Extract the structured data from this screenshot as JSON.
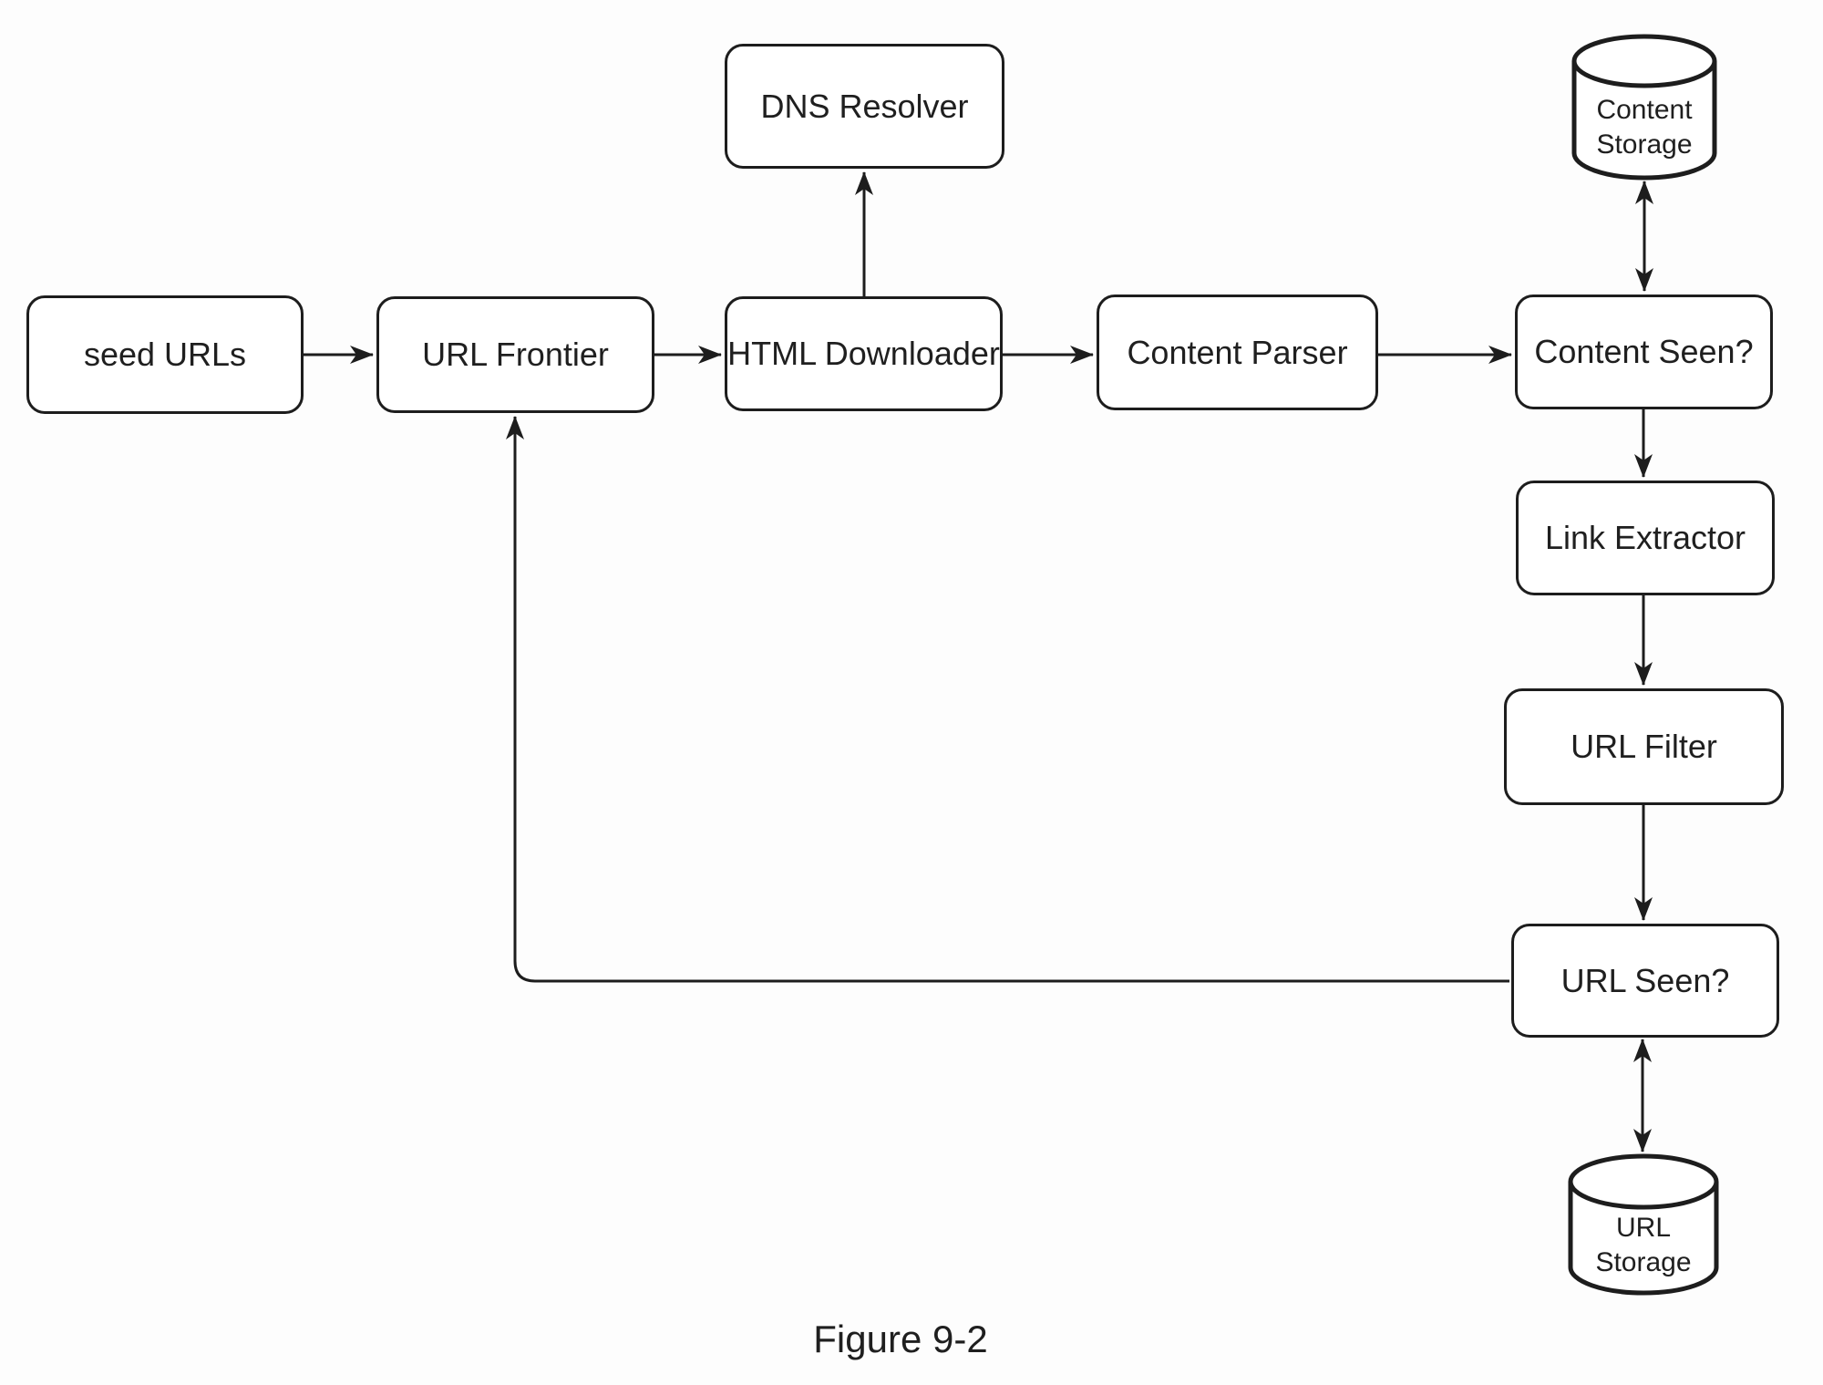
{
  "figure": {
    "caption": "Figure 9-2"
  },
  "nodes": {
    "seed_urls": {
      "label": "seed URLs"
    },
    "url_frontier": {
      "label": "URL Frontier"
    },
    "html_downloader": {
      "label": "HTML Downloader"
    },
    "dns_resolver": {
      "label": "DNS Resolver"
    },
    "content_parser": {
      "label": "Content Parser"
    },
    "content_seen": {
      "label": "Content Seen?"
    },
    "content_storage": {
      "label": "Content\nStorage"
    },
    "link_extractor": {
      "label": "Link Extractor"
    },
    "url_filter": {
      "label": "URL Filter"
    },
    "url_seen": {
      "label": "URL Seen?"
    },
    "url_storage": {
      "label": "URL\nStorage"
    }
  },
  "edges": [
    {
      "from": "seed_urls",
      "to": "url_frontier",
      "direction": "single"
    },
    {
      "from": "url_frontier",
      "to": "html_downloader",
      "direction": "single"
    },
    {
      "from": "html_downloader",
      "to": "dns_resolver",
      "direction": "single"
    },
    {
      "from": "html_downloader",
      "to": "content_parser",
      "direction": "single"
    },
    {
      "from": "content_parser",
      "to": "content_seen",
      "direction": "single"
    },
    {
      "from": "content_seen",
      "to": "content_storage",
      "direction": "double"
    },
    {
      "from": "content_seen",
      "to": "link_extractor",
      "direction": "single"
    },
    {
      "from": "link_extractor",
      "to": "url_filter",
      "direction": "single"
    },
    {
      "from": "url_filter",
      "to": "url_seen",
      "direction": "single"
    },
    {
      "from": "url_seen",
      "to": "url_storage",
      "direction": "double"
    },
    {
      "from": "url_seen",
      "to": "url_frontier",
      "direction": "single"
    }
  ],
  "colors": {
    "line": "#1d1d1d",
    "text": "#1f1f1f",
    "node_fill": "#ffffff",
    "background": "#fdfdfd"
  }
}
